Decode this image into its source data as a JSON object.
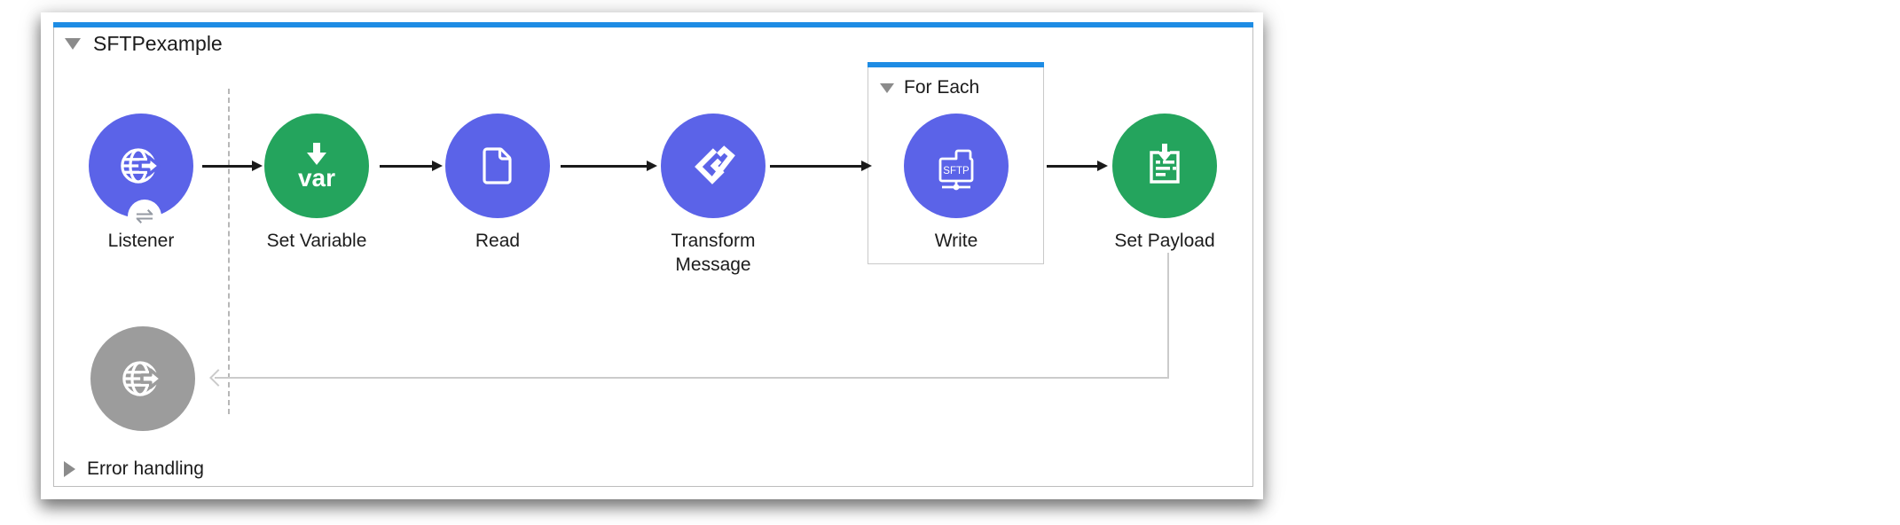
{
  "flow": {
    "title": "SFTPexample",
    "scope_label": "For Each",
    "error_handling_label": "Error handling",
    "nodes": [
      {
        "id": "listener",
        "label": "Listener"
      },
      {
        "id": "set-variable",
        "label": "Set Variable",
        "icon_text": "var"
      },
      {
        "id": "read",
        "label": "Read"
      },
      {
        "id": "transform-message",
        "label": "Transform Message"
      },
      {
        "id": "write",
        "label": "Write",
        "icon_text": "SFTP"
      },
      {
        "id": "set-payload",
        "label": "Set Payload"
      }
    ]
  },
  "icons": {
    "sync_glyph": "⇌"
  },
  "colors": {
    "accent_blue": "#1E8CE4",
    "node_purple": "#5B63E8",
    "node_green": "#24A45D",
    "node_gray": "#9C9C9C",
    "connector_gray": "#CBCBCB",
    "arrow_black": "#1A1A1A"
  }
}
